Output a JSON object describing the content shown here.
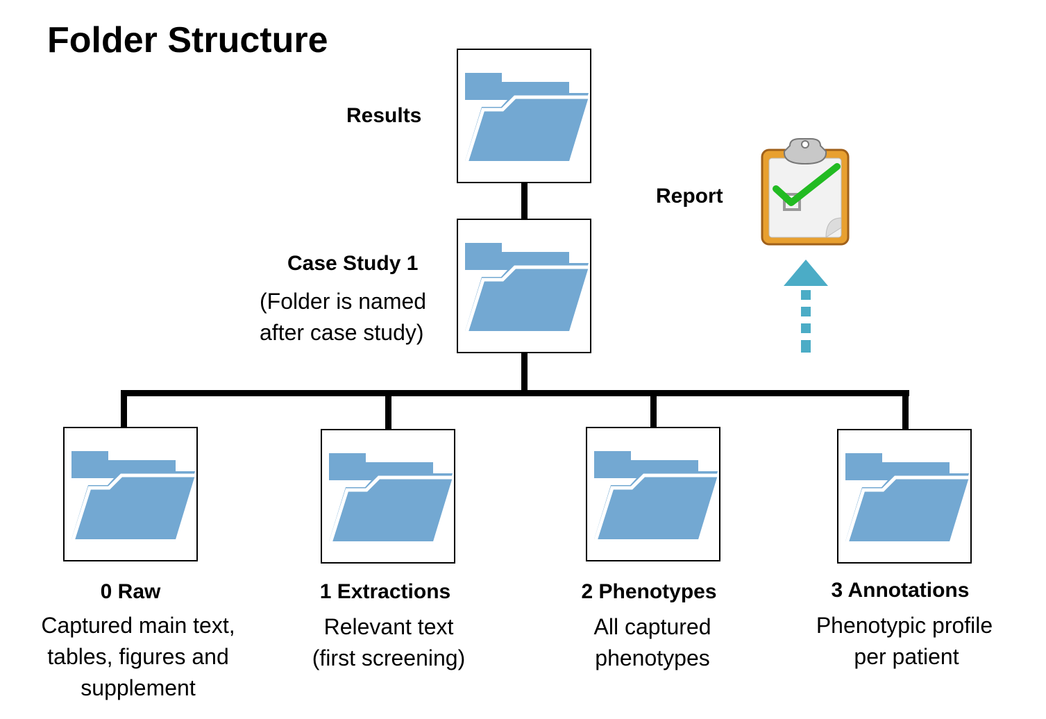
{
  "title": "Folder Structure",
  "nodes": {
    "results": {
      "label": "Results"
    },
    "case_study": {
      "label": "Case Study 1",
      "note_line1": "(Folder is named",
      "note_line2": "after case study)"
    },
    "report": {
      "label": "Report"
    },
    "raw": {
      "label": "0 Raw",
      "desc": [
        "Captured main text,",
        "tables, figures and",
        "supplement"
      ]
    },
    "extractions": {
      "label": "1 Extractions",
      "desc": [
        "Relevant text",
        "(first screening)"
      ]
    },
    "phenotypes": {
      "label": "2 Phenotypes",
      "desc": [
        "All captured",
        "phenotypes"
      ]
    },
    "annotations": {
      "label": "3 Annotations",
      "desc": [
        "Phenotypic profile",
        "per patient"
      ]
    }
  },
  "colors": {
    "folder": "#73a8d2",
    "arrow": "#4bacc6",
    "check": "#22bb22",
    "clipboard": "#e8a030"
  },
  "icons": [
    "folder-icon",
    "clipboard-check-icon",
    "dashed-up-arrow-icon"
  ]
}
